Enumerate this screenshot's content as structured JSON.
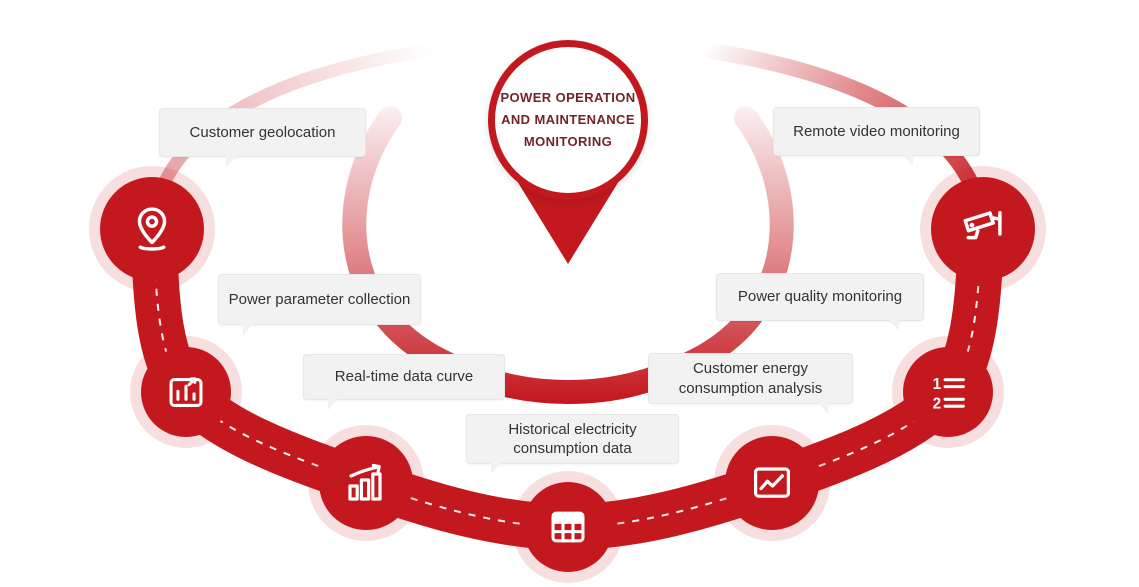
{
  "diagram": {
    "hub": {
      "title_line1": "POWER OPERATION",
      "title_line2": "AND MAINTENANCE",
      "title_line3": "MONITORING"
    },
    "nodes": [
      {
        "label": "Customer geolocation",
        "icon": "location-pin-icon"
      },
      {
        "label": "Power parameter collection",
        "icon": "parameter-collection-icon"
      },
      {
        "label": "Real-time data curve",
        "icon": "bar-chart-trend-icon"
      },
      {
        "label": "Historical electricity consumption data",
        "icon": "data-table-icon"
      },
      {
        "label": "Customer energy consumption analysis",
        "icon": "analysis-chart-icon"
      },
      {
        "label": "Power quality monitoring",
        "icon": "numbered-list-icon"
      },
      {
        "label": "Remote video monitoring",
        "icon": "cctv-camera-icon"
      }
    ],
    "icon_digits": [
      "1",
      "2"
    ],
    "colors": {
      "primary_red": "#c4181f",
      "halo_pink": "rgba(196,24,31,0.14)",
      "label_bg": "#f2f2f2",
      "label_text": "#333333",
      "hub_text": "#732428"
    }
  }
}
